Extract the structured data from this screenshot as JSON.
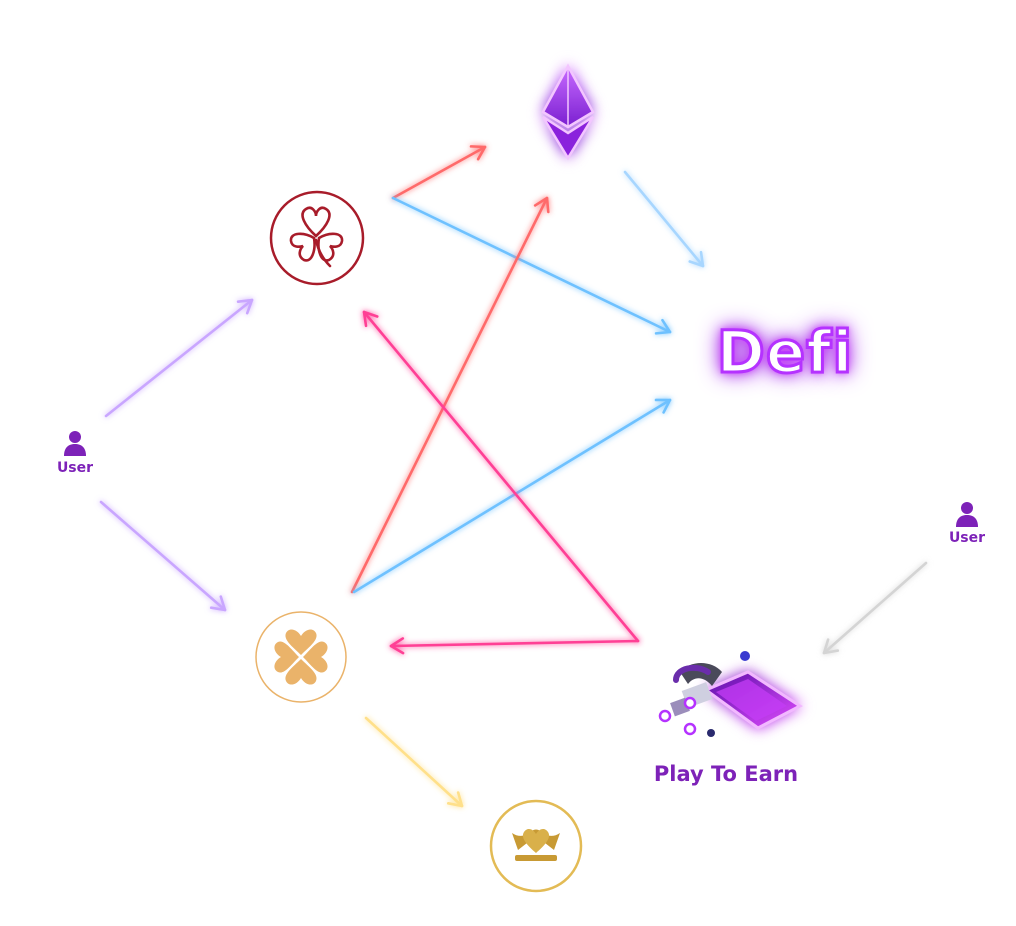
{
  "nodes": {
    "user_left": {
      "label": "User"
    },
    "user_right": {
      "label": "User"
    },
    "defi": {
      "label": "Defi"
    },
    "play_to_earn": {
      "label": "Play To Earn"
    },
    "clover_red": {
      "icon": "clover-heart-icon",
      "color": "#a81c2a"
    },
    "clover_gold": {
      "icon": "four-leaf-clover-icon",
      "color": "#eab36a"
    },
    "crown_heart": {
      "icon": "heart-crown-icon",
      "color": "#d9b04a"
    },
    "ethereum": {
      "icon": "ethereum-icon",
      "color": "#9b2cf0"
    }
  },
  "colors": {
    "lavender": "#c9a6ff",
    "coral": "#ff6b6b",
    "sky": "#6ec1ff",
    "light_sky": "#a7d6ff",
    "pink": "#ff3f95",
    "pale_yellow": "#ffe08a",
    "grey": "#d4d4d4",
    "purple": "#7d22b8"
  }
}
